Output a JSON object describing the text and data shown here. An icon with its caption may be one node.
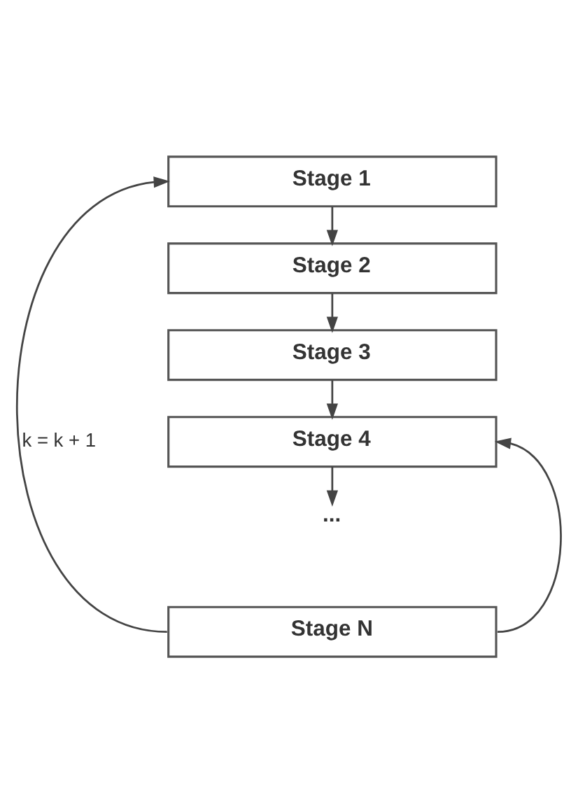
{
  "diagram": {
    "nodes": [
      {
        "text": [
          "Stage 1"
        ]
      },
      {
        "text": [
          "Stage 2"
        ]
      },
      {
        "text": [
          "Stage 3"
        ]
      },
      {
        "text": [
          "Stage 4"
        ]
      },
      {
        "text": [
          "..."
        ]
      },
      {
        "text": [
          "Stage N"
        ]
      }
    ],
    "edges": [
      {
        "from": 0,
        "to": 1,
        "arrow": "to"
      },
      {
        "from": 1,
        "to": 2,
        "arrow": "to"
      },
      {
        "from": 2,
        "to": 3,
        "arrow": "to"
      },
      {
        "from": 3,
        "to": 4,
        "arrow": "to"
      },
      {
        "from": 5,
        "to": 0,
        "arrow": "to",
        "label": "k = k + 1"
      },
      {
        "from": 5,
        "to": 3,
        "arrow": "to"
      }
    ]
  }
}
